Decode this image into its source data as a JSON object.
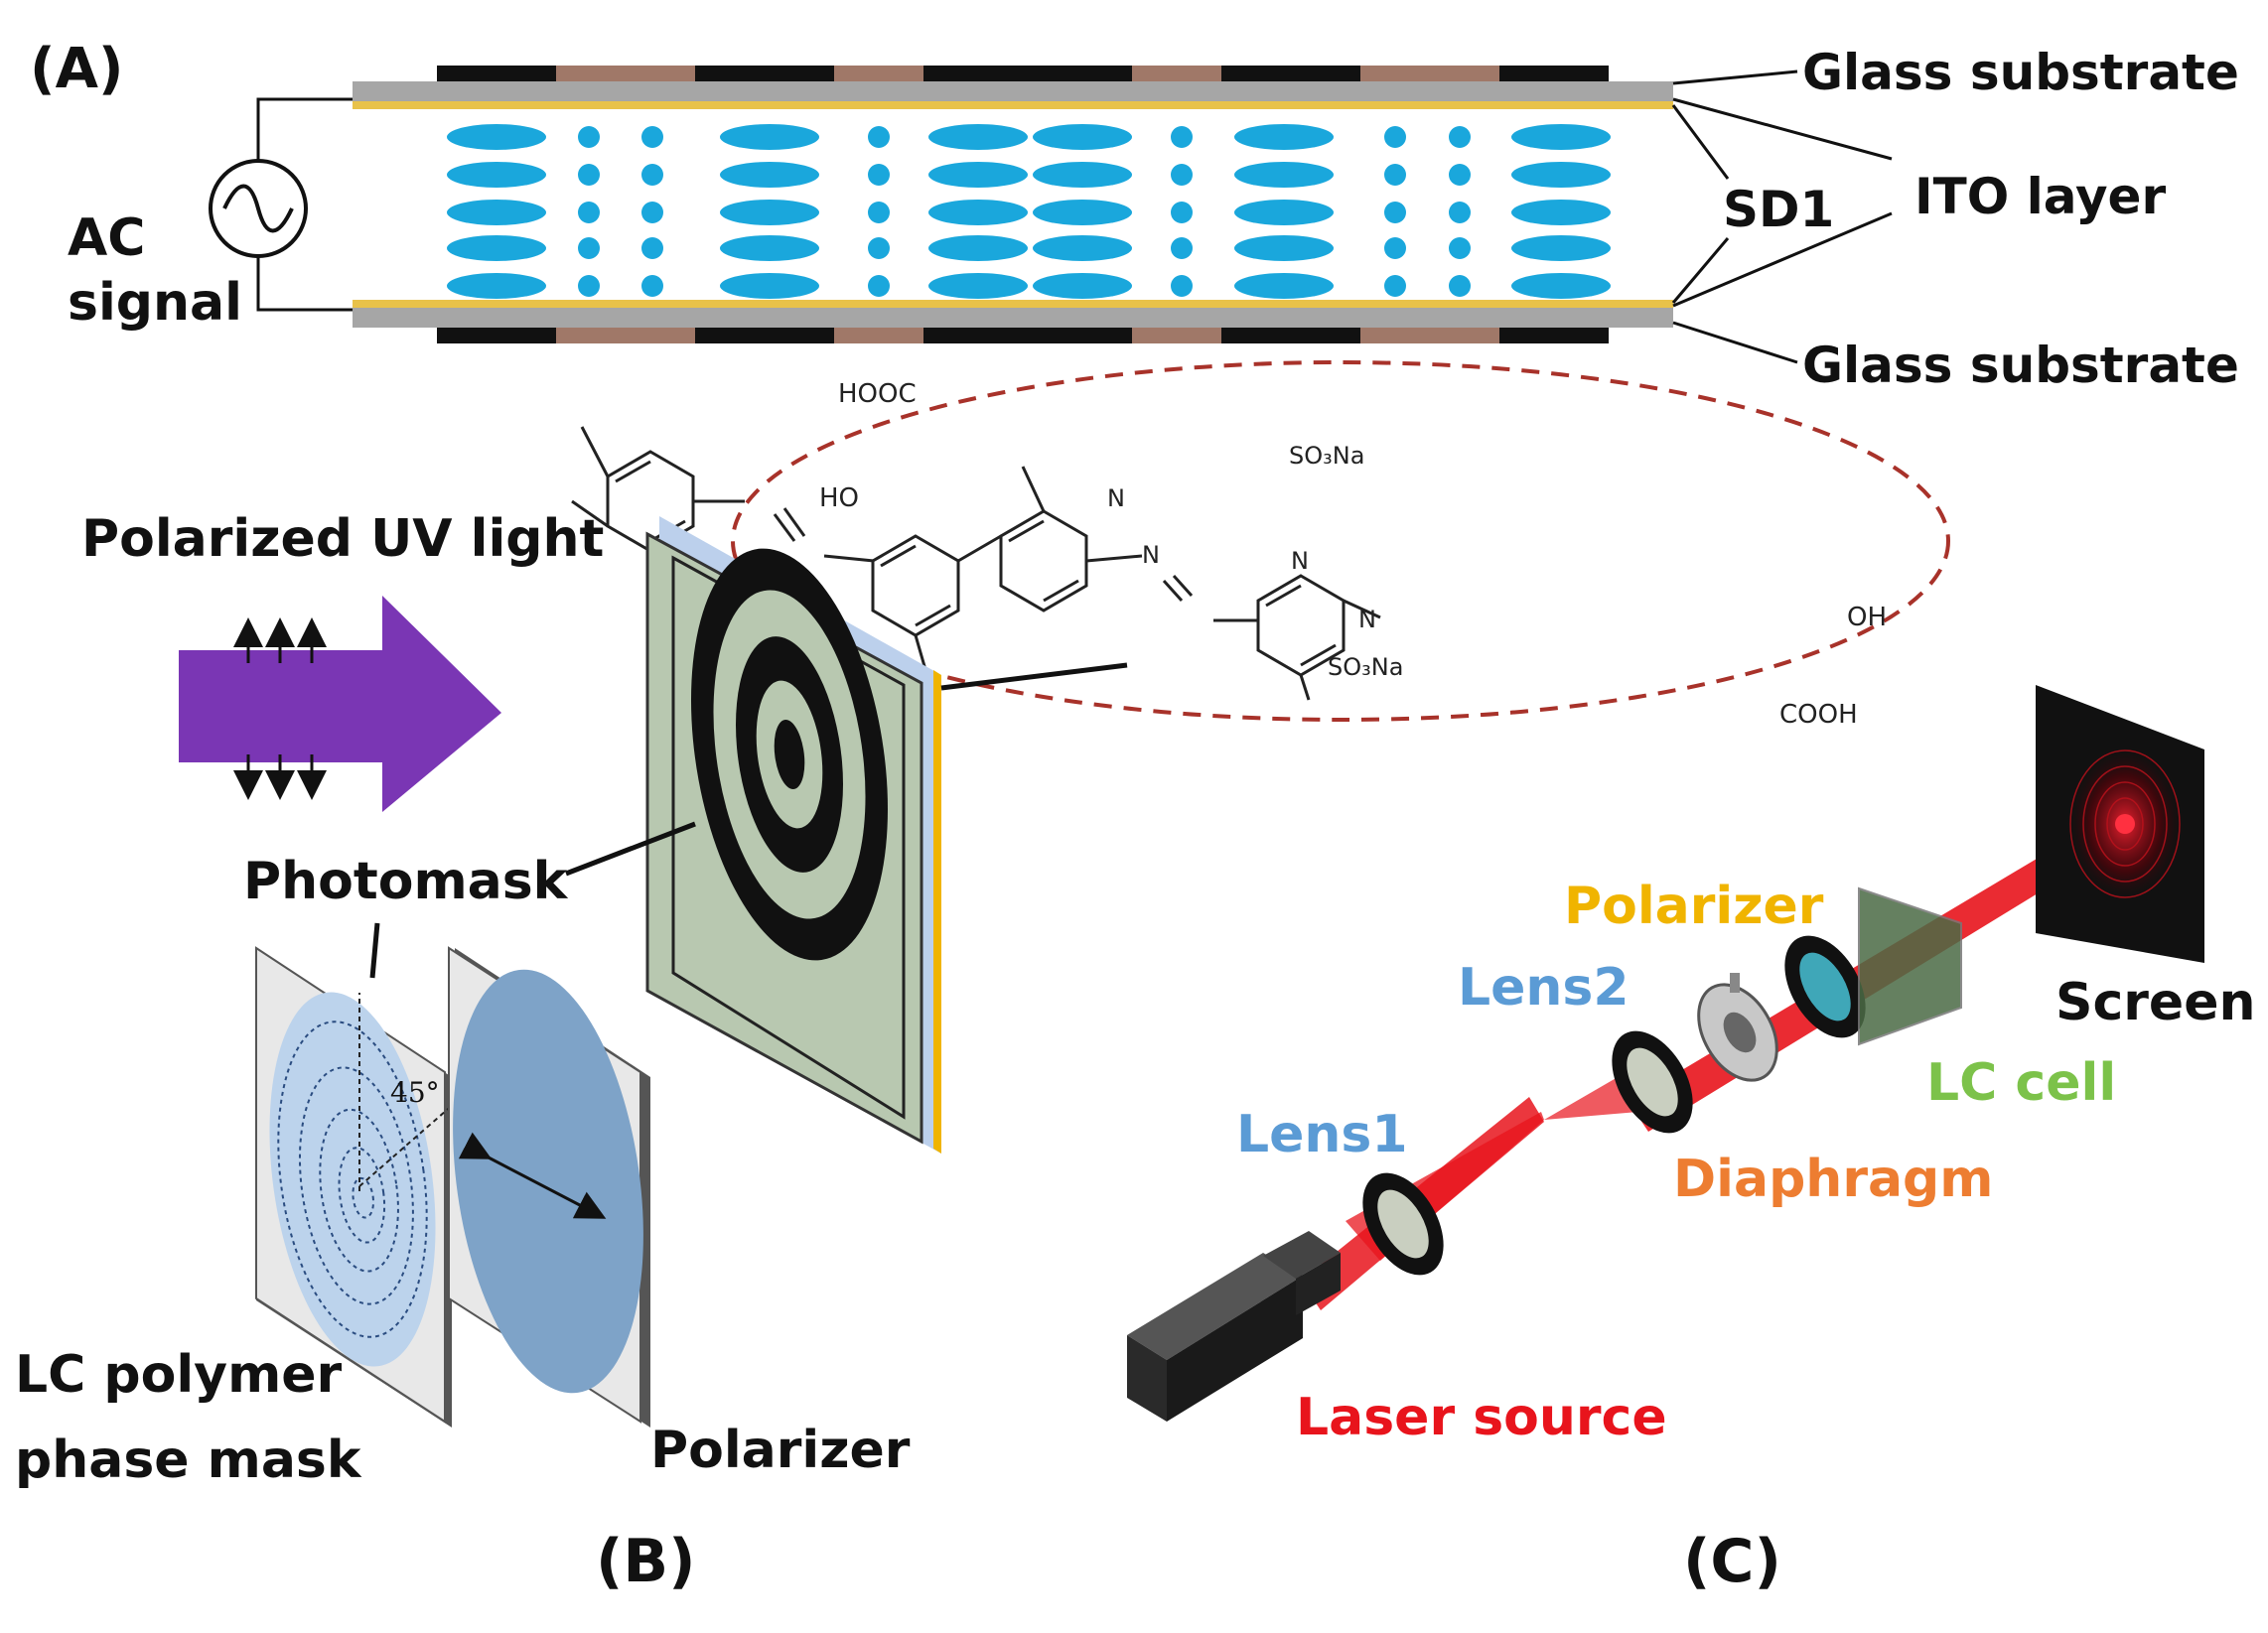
{
  "panel_a": {
    "tag": "(A)",
    "ac_signal_line1": "AC",
    "ac_signal_line2": "signal",
    "glass_top": "Glass substrate",
    "glass_bottom": "Glass substrate",
    "ito_layer": "ITO layer",
    "sd1": "SD1"
  },
  "molecule": {
    "hooc": "HOOC",
    "ho": "HO",
    "so3na_top": "SO₃Na",
    "so3na_bottom": "SO₃Na",
    "oh": "OH",
    "cooh": "COOH",
    "n1": "N",
    "n2": "N",
    "n3": "N",
    "n4": "N"
  },
  "panel_b": {
    "tag": "(B)",
    "uv_light": "Polarized UV light",
    "photomask": "Photomask",
    "angle": "45°",
    "phase_mask_line1": "LC polymer",
    "phase_mask_line2": "phase mask",
    "polarizer": "Polarizer"
  },
  "panel_c": {
    "tag": "(C)",
    "polarizer": "Polarizer",
    "lens2": "Lens2",
    "screen": "Screen",
    "lc_cell": "LC cell",
    "lens1": "Lens1",
    "diaphragm": "Diaphragm",
    "laser_source": "Laser source"
  },
  "colors": {
    "lc_molecule": "#1aa7dc",
    "ito": "#e8c24a",
    "glass": "#a6a6a6",
    "uv_arrow": "#7a36b4",
    "laser": "#e8141c",
    "polarizer_label": "#f0b400",
    "lens_label": "#5b9bd5",
    "lc_cell_label": "#7cc24a",
    "diaphragm_label": "#ed7d31",
    "laser_label": "#e8141c",
    "dashed_ellipse": "#a8322a"
  }
}
